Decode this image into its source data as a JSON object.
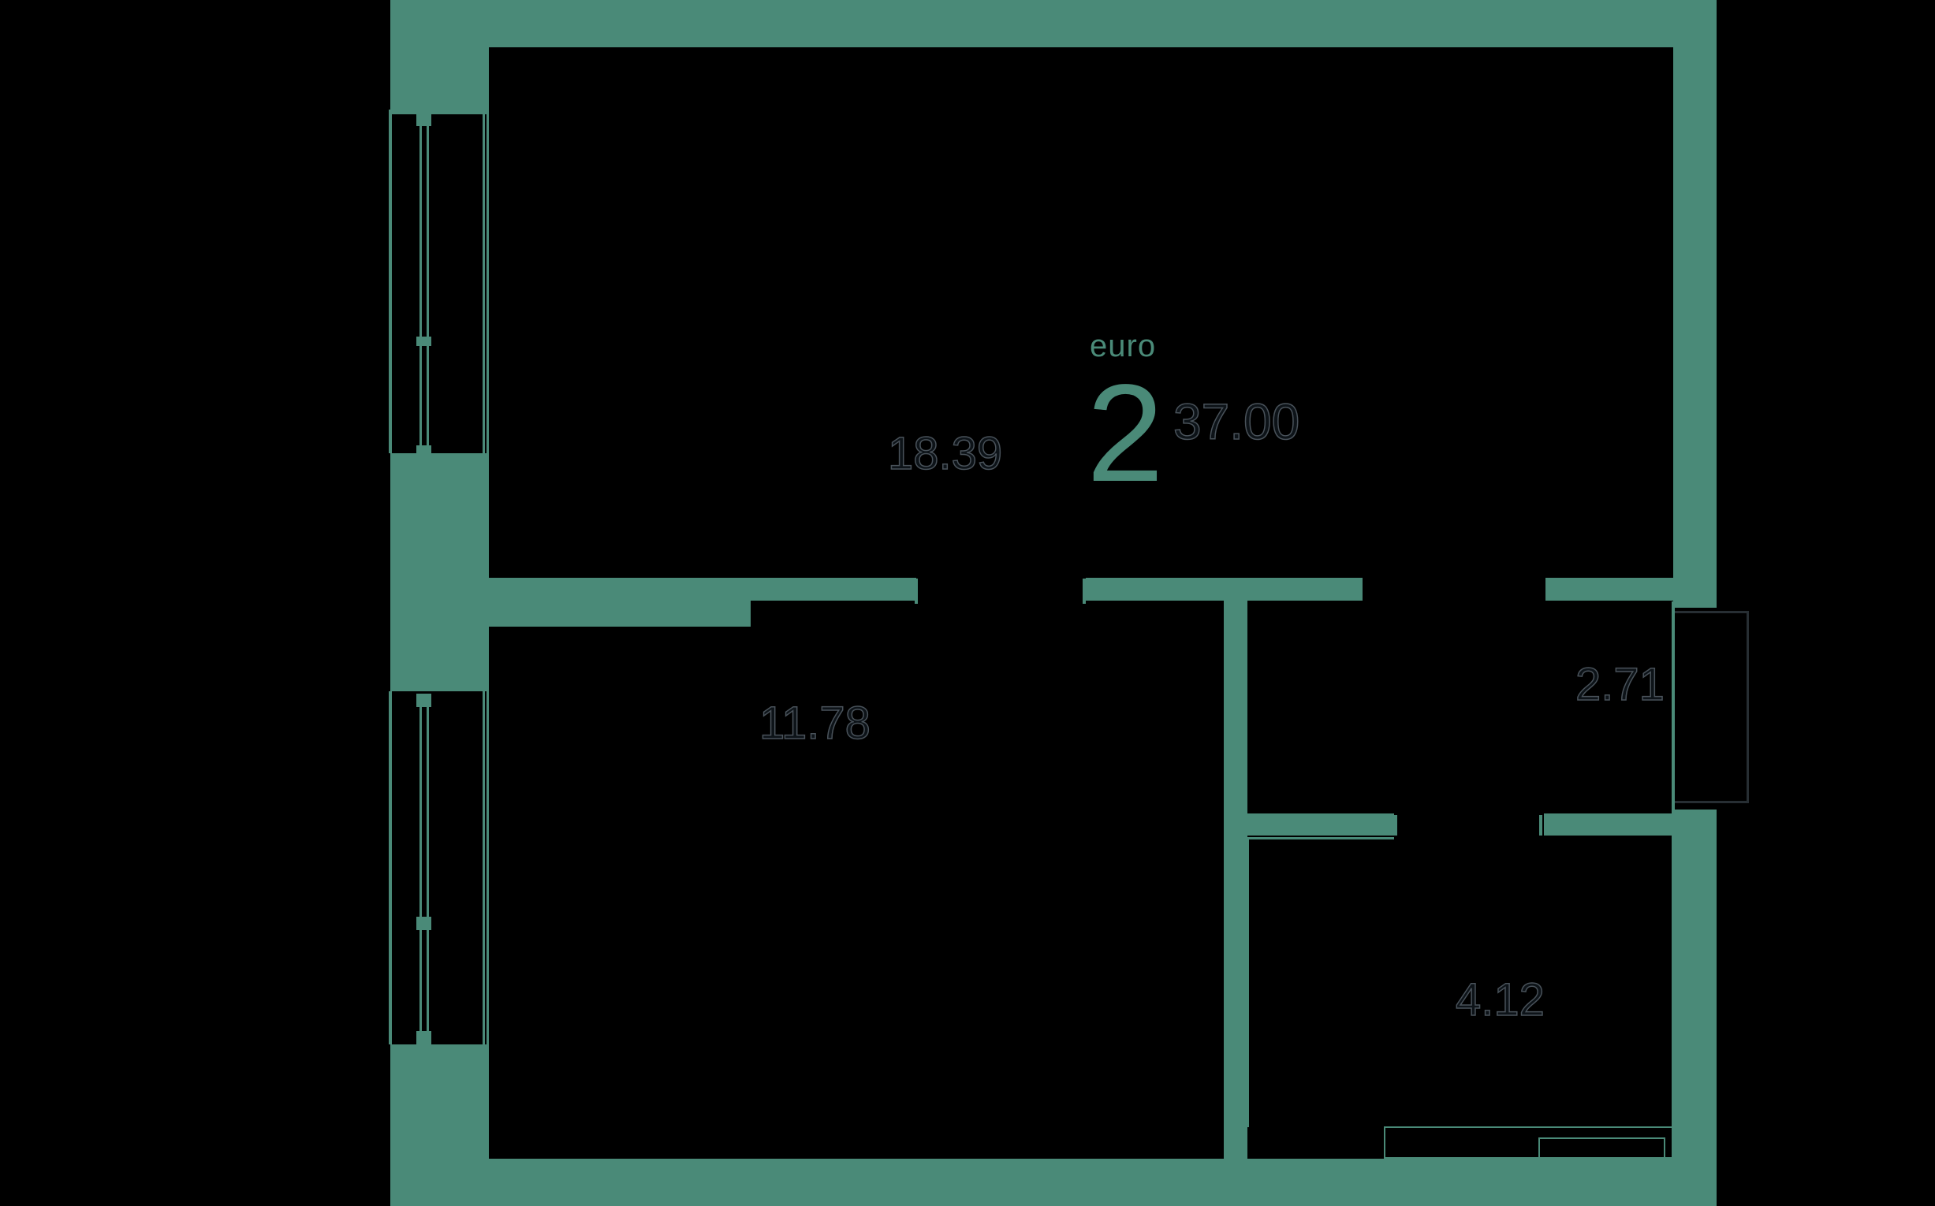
{
  "colors": {
    "background": "#000000",
    "wall": "#4a8a78",
    "label_stroke": "#49525a",
    "landing_outline": "#272e33"
  },
  "legend": {
    "type_label": "euro",
    "type_number": "2",
    "total_area": "37.00"
  },
  "rooms": [
    {
      "id": "room-1",
      "area": "18.39"
    },
    {
      "id": "room-2",
      "area": "11.78"
    },
    {
      "id": "room-3",
      "area": "2.71"
    },
    {
      "id": "room-4",
      "area": "4.12"
    }
  ]
}
